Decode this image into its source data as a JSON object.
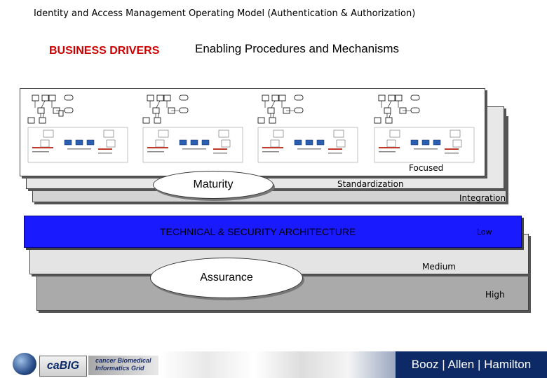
{
  "title": "Identity and Access Management Operating Model (Authentication & Authorization)",
  "left_heading": "BUSINESS DRIVERS",
  "right_heading": "Enabling Procedures and Mechanisms",
  "maturity": {
    "label": "Maturity",
    "levels": [
      "Focused",
      "Standardization",
      "Integration"
    ]
  },
  "architecture": {
    "label": "TECHNICAL & SECURITY ARCHITECTURE",
    "assurance_label": "Assurance",
    "levels": [
      "Low",
      "Medium",
      "High"
    ]
  },
  "colors": {
    "architecture_band": "#1a1aff",
    "drivers_text": "#cc0000",
    "footer_brand": "#0d2a66"
  },
  "footer": {
    "cabig": "caBIG",
    "cabig_tagline_1": "cancer Biomedical",
    "cabig_tagline_2": "Informatics Grid",
    "consultancy": "Booz | Allen | Hamilton"
  }
}
